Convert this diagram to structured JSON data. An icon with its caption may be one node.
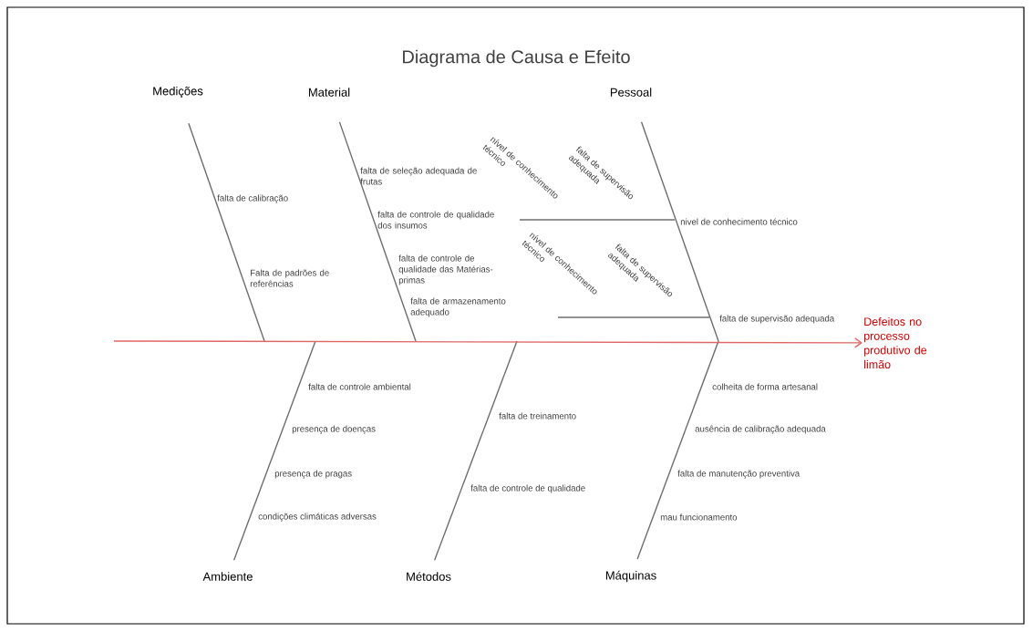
{
  "diagram": {
    "title": "Diagrama de Causa e Efeito",
    "nodes": [
      {
        "text": [
          "Medições"
        ]
      },
      {
        "text": [
          "Material"
        ]
      },
      {
        "text": [
          "Pessoal"
        ]
      },
      {
        "text": [
          "Ambiente"
        ]
      },
      {
        "text": [
          "Métodos"
        ]
      },
      {
        "text": [
          "Máquinas"
        ]
      },
      {
        "text": [
          "Defeitos no processo produtivo de limão"
        ]
      }
    ],
    "edges": [
      {
        "from": 0,
        "to": null,
        "arrow": "none"
      },
      {
        "from": 1,
        "to": null,
        "arrow": "none"
      },
      {
        "from": 2,
        "to": null,
        "arrow": "none"
      },
      {
        "from": 3,
        "to": null,
        "arrow": "none"
      },
      {
        "from": 4,
        "to": null,
        "arrow": "none"
      },
      {
        "from": 5,
        "to": null,
        "arrow": "none"
      },
      {
        "from": null,
        "to": 6,
        "arrow": "to",
        "color": "#e06666"
      }
    ],
    "labels": [
      "falta de calibração",
      "Falta de padrões de referências",
      "falta de seleção adequada de frutas",
      "falta de controle de qualidade dos insumos",
      "falta de controle de qualidade das Matérias-primas",
      "falta de armazenamento adequado",
      "nível de conhecimento técnico",
      "falta de supervisão adequada",
      "nivel de conhecimento técnico",
      "nível de conhecimento técnico",
      "falta de supervisão adequada",
      "falta de supervisão adequada",
      "falta de controle ambiental",
      "presença de doenças",
      "presença de pragas",
      "condições climáticas adversas",
      "falta de treinamento",
      "falta de controle de qualidade",
      "colheita de forma artesanal",
      "ausência de calibração adequada",
      "falta de manutenção preventiva",
      "mau funcionamento"
    ]
  }
}
